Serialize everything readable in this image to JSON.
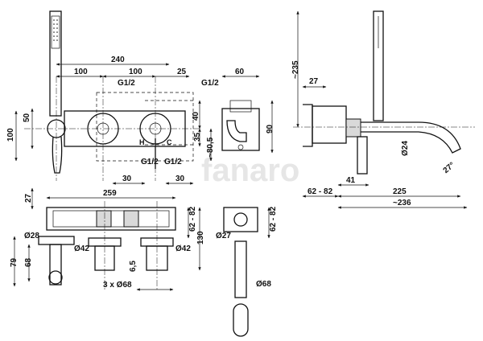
{
  "watermark": "fanaro",
  "labels": {
    "w240": "240",
    "w100a": "100",
    "w100b": "100",
    "w25": "25",
    "g12a": "G1/2",
    "g12b": "G1/2",
    "g12c": "G1/2",
    "g12d": "G1/2",
    "h100": "100",
    "h50": "50",
    "h40": "40",
    "h35": "35",
    "h805": "~80,5",
    "h": "H",
    "c": "C",
    "w30a": "30",
    "w30b": "30",
    "w60": "60",
    "h90": "90",
    "h235": "~235",
    "w27top": "27",
    "d24": "Ø24",
    "a27": "27°",
    "w41": "41",
    "w6282a": "62 - 82",
    "w225": "225",
    "w236": "~236",
    "h27": "27",
    "w259": "259",
    "d28": "Ø28",
    "d42a": "Ø42",
    "d42b": "Ø42",
    "h79": "79",
    "h68": "68",
    "h65": "6,5",
    "d68x3": "3 x Ø68",
    "h6282b": "62 - 82",
    "h6282c": "62 - 82",
    "h130": "130",
    "d27": "Ø27",
    "d68": "Ø68"
  }
}
